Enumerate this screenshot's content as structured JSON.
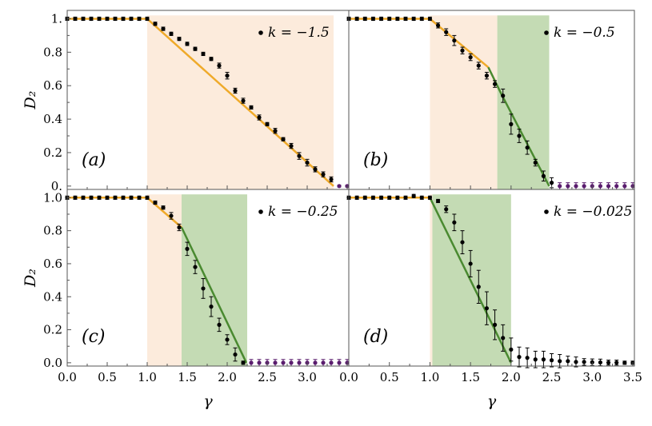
{
  "chart_data": [
    {
      "type": "scatter",
      "panel_label": "(a)",
      "legend": "k = −1.5",
      "ylabel": "D₂",
      "ylim": [
        0,
        1.05
      ],
      "xlim": [
        0,
        3.5
      ],
      "y_ticks": [
        "0.",
        "0.2",
        "0.4",
        "0.6",
        "0.8",
        "1."
      ],
      "x_ticks": [],
      "bands": [
        {
          "from": 1.0,
          "to": 3.33,
          "color": "#fcebdc"
        }
      ],
      "lines": [
        {
          "color": "#efaa2a",
          "points": [
            [
              0.0,
              1.0
            ],
            [
              1.0,
              1.0
            ],
            [
              3.33,
              0.0
            ]
          ]
        }
      ],
      "series": [
        {
          "color": "#000000",
          "points": [
            [
              0.0,
              1.0,
              0.01
            ],
            [
              0.1,
              1.0,
              0.01
            ],
            [
              0.2,
              1.0,
              0.01
            ],
            [
              0.3,
              1.0,
              0.01
            ],
            [
              0.4,
              1.0,
              0.01
            ],
            [
              0.5,
              1.0,
              0.01
            ],
            [
              0.6,
              1.0,
              0.01
            ],
            [
              0.7,
              1.0,
              0.01
            ],
            [
              0.8,
              1.0,
              0.01
            ],
            [
              0.9,
              1.0,
              0.01
            ],
            [
              1.0,
              1.0,
              0.01
            ],
            [
              1.1,
              0.97,
              0.01
            ],
            [
              1.2,
              0.94,
              0.01
            ],
            [
              1.3,
              0.91,
              0.01
            ],
            [
              1.4,
              0.88,
              0.01
            ],
            [
              1.5,
              0.85,
              0.01
            ],
            [
              1.6,
              0.82,
              0.01
            ],
            [
              1.7,
              0.79,
              0.01
            ],
            [
              1.8,
              0.76,
              0.01
            ],
            [
              1.9,
              0.72,
              0.015
            ],
            [
              2.0,
              0.66,
              0.02
            ],
            [
              2.1,
              0.57,
              0.015
            ],
            [
              2.2,
              0.51,
              0.015
            ],
            [
              2.3,
              0.47,
              0.01
            ],
            [
              2.4,
              0.41,
              0.015
            ],
            [
              2.5,
              0.37,
              0.01
            ],
            [
              2.6,
              0.33,
              0.015
            ],
            [
              2.7,
              0.28,
              0.01
            ],
            [
              2.8,
              0.24,
              0.015
            ],
            [
              2.9,
              0.18,
              0.02
            ],
            [
              3.0,
              0.14,
              0.02
            ],
            [
              3.1,
              0.1,
              0.015
            ],
            [
              3.2,
              0.07,
              0.015
            ],
            [
              3.3,
              0.04,
              0.015
            ]
          ]
        },
        {
          "color": "#5a1d6e",
          "points": [
            [
              3.4,
              0.0,
              0.005
            ],
            [
              3.5,
              0.0,
              0.005
            ]
          ]
        }
      ]
    },
    {
      "type": "scatter",
      "panel_label": "(b)",
      "legend": "k = −0.5",
      "ylabel": "",
      "ylim": [
        0,
        1.05
      ],
      "xlim": [
        0,
        3.5
      ],
      "y_ticks": [],
      "x_ticks": [],
      "bands": [
        {
          "from": 1.0,
          "to": 1.83,
          "color": "#fcebdc"
        },
        {
          "from": 1.83,
          "to": 2.47,
          "color": "#c4dbb4"
        }
      ],
      "lines": [
        {
          "color": "#efaa2a",
          "points": [
            [
              0.0,
              1.0
            ],
            [
              1.0,
              1.0
            ],
            [
              1.72,
              0.71
            ]
          ]
        },
        {
          "color": "#4a8a30",
          "points": [
            [
              1.72,
              0.71
            ],
            [
              1.88,
              0.55
            ],
            [
              2.47,
              0.0
            ]
          ]
        }
      ],
      "series": [
        {
          "color": "#000000",
          "points": [
            [
              0.0,
              1.0,
              0.01
            ],
            [
              0.1,
              1.0,
              0.01
            ],
            [
              0.2,
              1.0,
              0.01
            ],
            [
              0.3,
              1.0,
              0.01
            ],
            [
              0.4,
              1.0,
              0.01
            ],
            [
              0.5,
              1.0,
              0.01
            ],
            [
              0.6,
              1.0,
              0.01
            ],
            [
              0.7,
              1.0,
              0.01
            ],
            [
              0.8,
              1.0,
              0.01
            ],
            [
              0.9,
              1.0,
              0.01
            ],
            [
              1.0,
              1.0,
              0.01
            ],
            [
              1.1,
              0.96,
              0.015
            ],
            [
              1.2,
              0.92,
              0.02
            ],
            [
              1.3,
              0.87,
              0.03
            ],
            [
              1.4,
              0.81,
              0.02
            ],
            [
              1.5,
              0.77,
              0.02
            ],
            [
              1.6,
              0.72,
              0.02
            ],
            [
              1.7,
              0.66,
              0.02
            ],
            [
              1.8,
              0.61,
              0.02
            ],
            [
              1.9,
              0.54,
              0.04
            ],
            [
              2.0,
              0.37,
              0.06
            ],
            [
              2.1,
              0.3,
              0.04
            ],
            [
              2.2,
              0.23,
              0.04
            ],
            [
              2.3,
              0.14,
              0.02
            ],
            [
              2.4,
              0.06,
              0.03
            ],
            [
              2.5,
              0.02,
              0.03
            ]
          ]
        },
        {
          "color": "#5a1d6e",
          "points": [
            [
              2.6,
              0.0,
              0.02
            ],
            [
              2.7,
              0.0,
              0.02
            ],
            [
              2.8,
              0.0,
              0.02
            ],
            [
              2.9,
              0.0,
              0.02
            ],
            [
              3.0,
              0.0,
              0.02
            ],
            [
              3.1,
              0.0,
              0.02
            ],
            [
              3.2,
              0.0,
              0.02
            ],
            [
              3.3,
              0.0,
              0.02
            ],
            [
              3.4,
              0.0,
              0.02
            ],
            [
              3.5,
              0.0,
              0.02
            ]
          ]
        }
      ]
    },
    {
      "type": "scatter",
      "panel_label": "(c)",
      "legend": "k = −0.25",
      "ylabel": "D₂",
      "ylim": [
        0,
        1.05
      ],
      "xlim": [
        0,
        3.5
      ],
      "y_ticks": [
        "0.0",
        "0.2",
        "0.4",
        "0.6",
        "0.8",
        "1.0"
      ],
      "x_ticks": [
        "0.0",
        "0.5",
        "1.0",
        "1.5",
        "2.0",
        "2.5",
        "3.0"
      ],
      "bands": [
        {
          "from": 1.0,
          "to": 1.43,
          "color": "#fcebdc"
        },
        {
          "from": 1.43,
          "to": 2.25,
          "color": "#c4dbb4"
        }
      ],
      "lines": [
        {
          "color": "#efaa2a",
          "points": [
            [
              0.0,
              1.0
            ],
            [
              1.0,
              1.0
            ],
            [
              1.43,
              0.82
            ]
          ]
        },
        {
          "color": "#4a8a30",
          "points": [
            [
              1.43,
              0.82
            ],
            [
              2.24,
              0.0
            ]
          ]
        }
      ],
      "series": [
        {
          "color": "#000000",
          "points": [
            [
              0.0,
              1.0,
              0.01
            ],
            [
              0.1,
              1.0,
              0.01
            ],
            [
              0.2,
              1.0,
              0.01
            ],
            [
              0.3,
              1.0,
              0.01
            ],
            [
              0.4,
              1.0,
              0.01
            ],
            [
              0.5,
              1.0,
              0.01
            ],
            [
              0.6,
              1.0,
              0.01
            ],
            [
              0.7,
              1.0,
              0.01
            ],
            [
              0.8,
              1.0,
              0.01
            ],
            [
              0.9,
              1.0,
              0.01
            ],
            [
              1.0,
              1.0,
              0.01
            ],
            [
              1.1,
              0.97,
              0.01
            ],
            [
              1.2,
              0.94,
              0.01
            ],
            [
              1.3,
              0.89,
              0.02
            ],
            [
              1.4,
              0.82,
              0.02
            ],
            [
              1.5,
              0.69,
              0.04
            ],
            [
              1.6,
              0.58,
              0.04
            ],
            [
              1.7,
              0.45,
              0.06
            ],
            [
              1.8,
              0.34,
              0.06
            ],
            [
              1.9,
              0.23,
              0.04
            ],
            [
              2.0,
              0.14,
              0.03
            ],
            [
              2.1,
              0.05,
              0.04
            ],
            [
              2.2,
              0.0,
              0.01
            ]
          ]
        },
        {
          "color": "#5a1d6e",
          "points": [
            [
              2.3,
              0.0,
              0.02
            ],
            [
              2.4,
              0.0,
              0.02
            ],
            [
              2.5,
              0.0,
              0.02
            ],
            [
              2.6,
              0.0,
              0.02
            ],
            [
              2.7,
              0.0,
              0.02
            ],
            [
              2.8,
              0.0,
              0.02
            ],
            [
              2.9,
              0.0,
              0.02
            ],
            [
              3.0,
              0.0,
              0.02
            ],
            [
              3.1,
              0.0,
              0.02
            ],
            [
              3.2,
              0.0,
              0.02
            ],
            [
              3.3,
              0.0,
              0.02
            ],
            [
              3.4,
              0.0,
              0.02
            ],
            [
              3.5,
              0.0,
              0.02
            ]
          ]
        }
      ]
    },
    {
      "type": "scatter",
      "panel_label": "(d)",
      "legend": "k = −0.025",
      "ylabel": "",
      "ylim": [
        0,
        1.05
      ],
      "xlim": [
        0,
        3.5
      ],
      "y_ticks": [],
      "x_ticks": [
        "0.0",
        "0.5",
        "1.0",
        "1.5",
        "2.0",
        "2.5",
        "3.0",
        "3.5"
      ],
      "bands": [
        {
          "from": 1.0,
          "to": 1.03,
          "color": "#fcebdc"
        },
        {
          "from": 1.03,
          "to": 2.0,
          "color": "#c4dbb4"
        }
      ],
      "lines": [
        {
          "color": "#efaa2a",
          "points": [
            [
              0.0,
              1.0
            ],
            [
              1.0,
              1.0
            ]
          ]
        },
        {
          "color": "#4a8a30",
          "points": [
            [
              1.0,
              1.0
            ],
            [
              2.0,
              0.0
            ]
          ]
        }
      ],
      "series": [
        {
          "color": "#000000",
          "points": [
            [
              0.0,
              1.0,
              0.01
            ],
            [
              0.1,
              1.0,
              0.01
            ],
            [
              0.2,
              1.0,
              0.01
            ],
            [
              0.3,
              1.0,
              0.01
            ],
            [
              0.4,
              1.0,
              0.01
            ],
            [
              0.5,
              1.0,
              0.01
            ],
            [
              0.6,
              1.0,
              0.01
            ],
            [
              0.7,
              1.0,
              0.01
            ],
            [
              0.8,
              1.01,
              0.01
            ],
            [
              0.9,
              1.0,
              0.01
            ],
            [
              1.0,
              1.0,
              0.01
            ],
            [
              1.1,
              0.98,
              0.01
            ],
            [
              1.2,
              0.93,
              0.02
            ],
            [
              1.3,
              0.85,
              0.05
            ],
            [
              1.4,
              0.73,
              0.07
            ],
            [
              1.5,
              0.6,
              0.08
            ],
            [
              1.6,
              0.46,
              0.1
            ],
            [
              1.7,
              0.33,
              0.1
            ],
            [
              1.8,
              0.23,
              0.09
            ],
            [
              1.9,
              0.15,
              0.08
            ],
            [
              2.0,
              0.08,
              0.07
            ]
          ]
        },
        {
          "color": "#000000",
          "points": [
            [
              2.1,
              0.035,
              0.06
            ],
            [
              2.2,
              0.03,
              0.06
            ],
            [
              2.3,
              0.02,
              0.05
            ],
            [
              2.4,
              0.02,
              0.05
            ],
            [
              2.5,
              0.015,
              0.04
            ],
            [
              2.6,
              0.01,
              0.04
            ],
            [
              2.7,
              0.01,
              0.03
            ],
            [
              2.8,
              0.005,
              0.03
            ],
            [
              2.9,
              0.005,
              0.02
            ],
            [
              3.0,
              0.003,
              0.02
            ],
            [
              3.1,
              0.002,
              0.02
            ],
            [
              3.2,
              0.001,
              0.015
            ],
            [
              3.3,
              0.001,
              0.015
            ],
            [
              3.4,
              0.0,
              0.01
            ],
            [
              3.5,
              0.0,
              0.01
            ]
          ]
        }
      ]
    }
  ],
  "x_axis_label": "γ"
}
